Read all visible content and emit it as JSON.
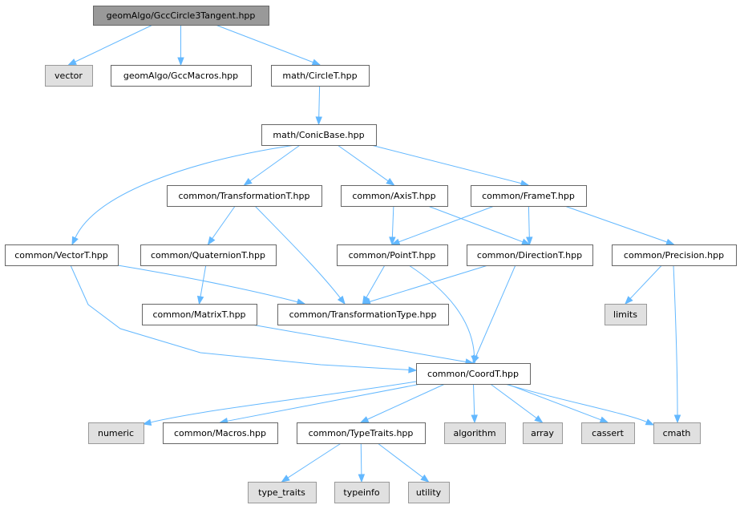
{
  "colors": {
    "edge": "#63b8ff",
    "root_fill": "#999999",
    "node_border": "#666666",
    "system_fill": "#e0e0e0",
    "background": "#ffffff"
  },
  "nodes": [
    {
      "id": "root",
      "label": "geomAlgo/GccCircle3Tangent.hpp",
      "kind": "root"
    },
    {
      "id": "vector",
      "label": "vector",
      "kind": "system"
    },
    {
      "id": "gccmacros",
      "label": "geomAlgo/GccMacros.hpp",
      "kind": "file"
    },
    {
      "id": "circlet",
      "label": "math/CircleT.hpp",
      "kind": "file"
    },
    {
      "id": "conicbase",
      "label": "math/ConicBase.hpp",
      "kind": "file"
    },
    {
      "id": "transformationt",
      "label": "common/TransformationT.hpp",
      "kind": "file"
    },
    {
      "id": "axist",
      "label": "common/AxisT.hpp",
      "kind": "file"
    },
    {
      "id": "framet",
      "label": "common/FrameT.hpp",
      "kind": "file"
    },
    {
      "id": "vectort",
      "label": "common/VectorT.hpp",
      "kind": "file"
    },
    {
      "id": "quaterniont",
      "label": "common/QuaternionT.hpp",
      "kind": "file"
    },
    {
      "id": "pointt",
      "label": "common/PointT.hpp",
      "kind": "file"
    },
    {
      "id": "directiont",
      "label": "common/DirectionT.hpp",
      "kind": "file"
    },
    {
      "id": "precision",
      "label": "common/Precision.hpp",
      "kind": "file"
    },
    {
      "id": "matrixt",
      "label": "common/MatrixT.hpp",
      "kind": "file"
    },
    {
      "id": "transformationtype",
      "label": "common/TransformationType.hpp",
      "kind": "file"
    },
    {
      "id": "limits",
      "label": "limits",
      "kind": "system"
    },
    {
      "id": "coordt",
      "label": "common/CoordT.hpp",
      "kind": "file"
    },
    {
      "id": "numeric",
      "label": "numeric",
      "kind": "system"
    },
    {
      "id": "macros",
      "label": "common/Macros.hpp",
      "kind": "file"
    },
    {
      "id": "typetraits",
      "label": "common/TypeTraits.hpp",
      "kind": "file"
    },
    {
      "id": "algorithm",
      "label": "algorithm",
      "kind": "system"
    },
    {
      "id": "array",
      "label": "array",
      "kind": "system"
    },
    {
      "id": "cassert",
      "label": "cassert",
      "kind": "system"
    },
    {
      "id": "cmath",
      "label": "cmath",
      "kind": "system"
    },
    {
      "id": "type_traits",
      "label": "type_traits",
      "kind": "system"
    },
    {
      "id": "typeinfo",
      "label": "typeinfo",
      "kind": "system"
    },
    {
      "id": "utility",
      "label": "utility",
      "kind": "system"
    }
  ],
  "edges": [
    {
      "from": "root",
      "to": "vector"
    },
    {
      "from": "root",
      "to": "gccmacros"
    },
    {
      "from": "root",
      "to": "circlet"
    },
    {
      "from": "circlet",
      "to": "conicbase"
    },
    {
      "from": "conicbase",
      "to": "vectort"
    },
    {
      "from": "conicbase",
      "to": "transformationt"
    },
    {
      "from": "conicbase",
      "to": "axist"
    },
    {
      "from": "conicbase",
      "to": "framet"
    },
    {
      "from": "transformationt",
      "to": "quaterniont"
    },
    {
      "from": "transformationt",
      "to": "transformationtype"
    },
    {
      "from": "axist",
      "to": "pointt"
    },
    {
      "from": "axist",
      "to": "directiont"
    },
    {
      "from": "framet",
      "to": "pointt"
    },
    {
      "from": "framet",
      "to": "directiont"
    },
    {
      "from": "framet",
      "to": "precision"
    },
    {
      "from": "vectort",
      "to": "transformationtype"
    },
    {
      "from": "vectort",
      "to": "coordt"
    },
    {
      "from": "quaterniont",
      "to": "matrixt"
    },
    {
      "from": "pointt",
      "to": "transformationtype"
    },
    {
      "from": "pointt",
      "to": "coordt"
    },
    {
      "from": "directiont",
      "to": "transformationtype"
    },
    {
      "from": "directiont",
      "to": "coordt"
    },
    {
      "from": "precision",
      "to": "limits"
    },
    {
      "from": "precision",
      "to": "cmath"
    },
    {
      "from": "matrixt",
      "to": "coordt"
    },
    {
      "from": "coordt",
      "to": "numeric"
    },
    {
      "from": "coordt",
      "to": "macros"
    },
    {
      "from": "coordt",
      "to": "typetraits"
    },
    {
      "from": "coordt",
      "to": "algorithm"
    },
    {
      "from": "coordt",
      "to": "array"
    },
    {
      "from": "coordt",
      "to": "cassert"
    },
    {
      "from": "coordt",
      "to": "cmath"
    },
    {
      "from": "typetraits",
      "to": "type_traits"
    },
    {
      "from": "typetraits",
      "to": "typeinfo"
    },
    {
      "from": "typetraits",
      "to": "utility"
    }
  ]
}
